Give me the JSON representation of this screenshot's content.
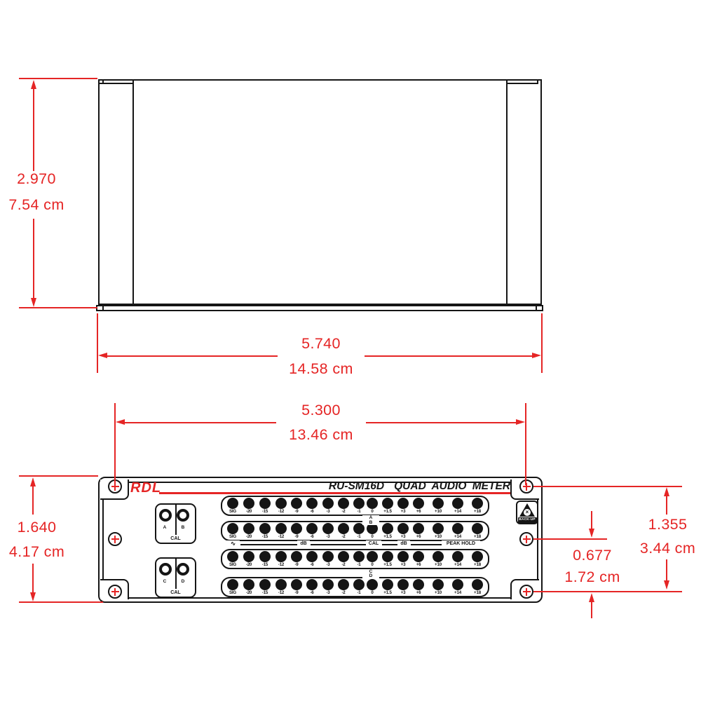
{
  "colors": {
    "red": "#e52525",
    "ink": "#151515"
  },
  "top_view": {
    "height_dim": {
      "inches": "2.970",
      "metric": "7.54 cm"
    },
    "width_dim": {
      "inches": "5.740",
      "metric": "14.58 cm"
    }
  },
  "front_view": {
    "brand": "RDL",
    "title_model": "RU-SM16D",
    "title_product": "QUAD AUDIO METER",
    "width_dim": {
      "inches": "5.300",
      "metric": "13.46 cm"
    },
    "height_dim": {
      "inches": "1.640",
      "metric": "4.17 cm"
    },
    "screw_span_dim": {
      "inches": "1.355",
      "metric": "3.44 cm"
    },
    "screw_half_dim": {
      "inches": "0.677",
      "metric": "1.72 cm"
    },
    "cal_groups": [
      {
        "jack_left": "A",
        "jack_right": "B",
        "label": "CAL"
      },
      {
        "jack_left": "C",
        "jack_right": "D",
        "label": "CAL"
      }
    ],
    "meter_labels": [
      "SIG",
      "-20",
      "-15",
      "-12",
      "-9",
      "-6",
      "-3",
      "-2",
      "-1",
      "0",
      "+1.5",
      "+3",
      "+6",
      "+10",
      "+14",
      "+18"
    ],
    "meter_row_count": 4,
    "channel_markers": [
      [
        "A",
        "B"
      ],
      [
        "C",
        "D"
      ]
    ],
    "divider": {
      "sine": "∿",
      "db1": "dB",
      "cal": "CAL",
      "db2": "dB",
      "peak": "PEAK HOLD"
    },
    "backup": {
      "label": "BACK-UP",
      "x": "×"
    }
  }
}
